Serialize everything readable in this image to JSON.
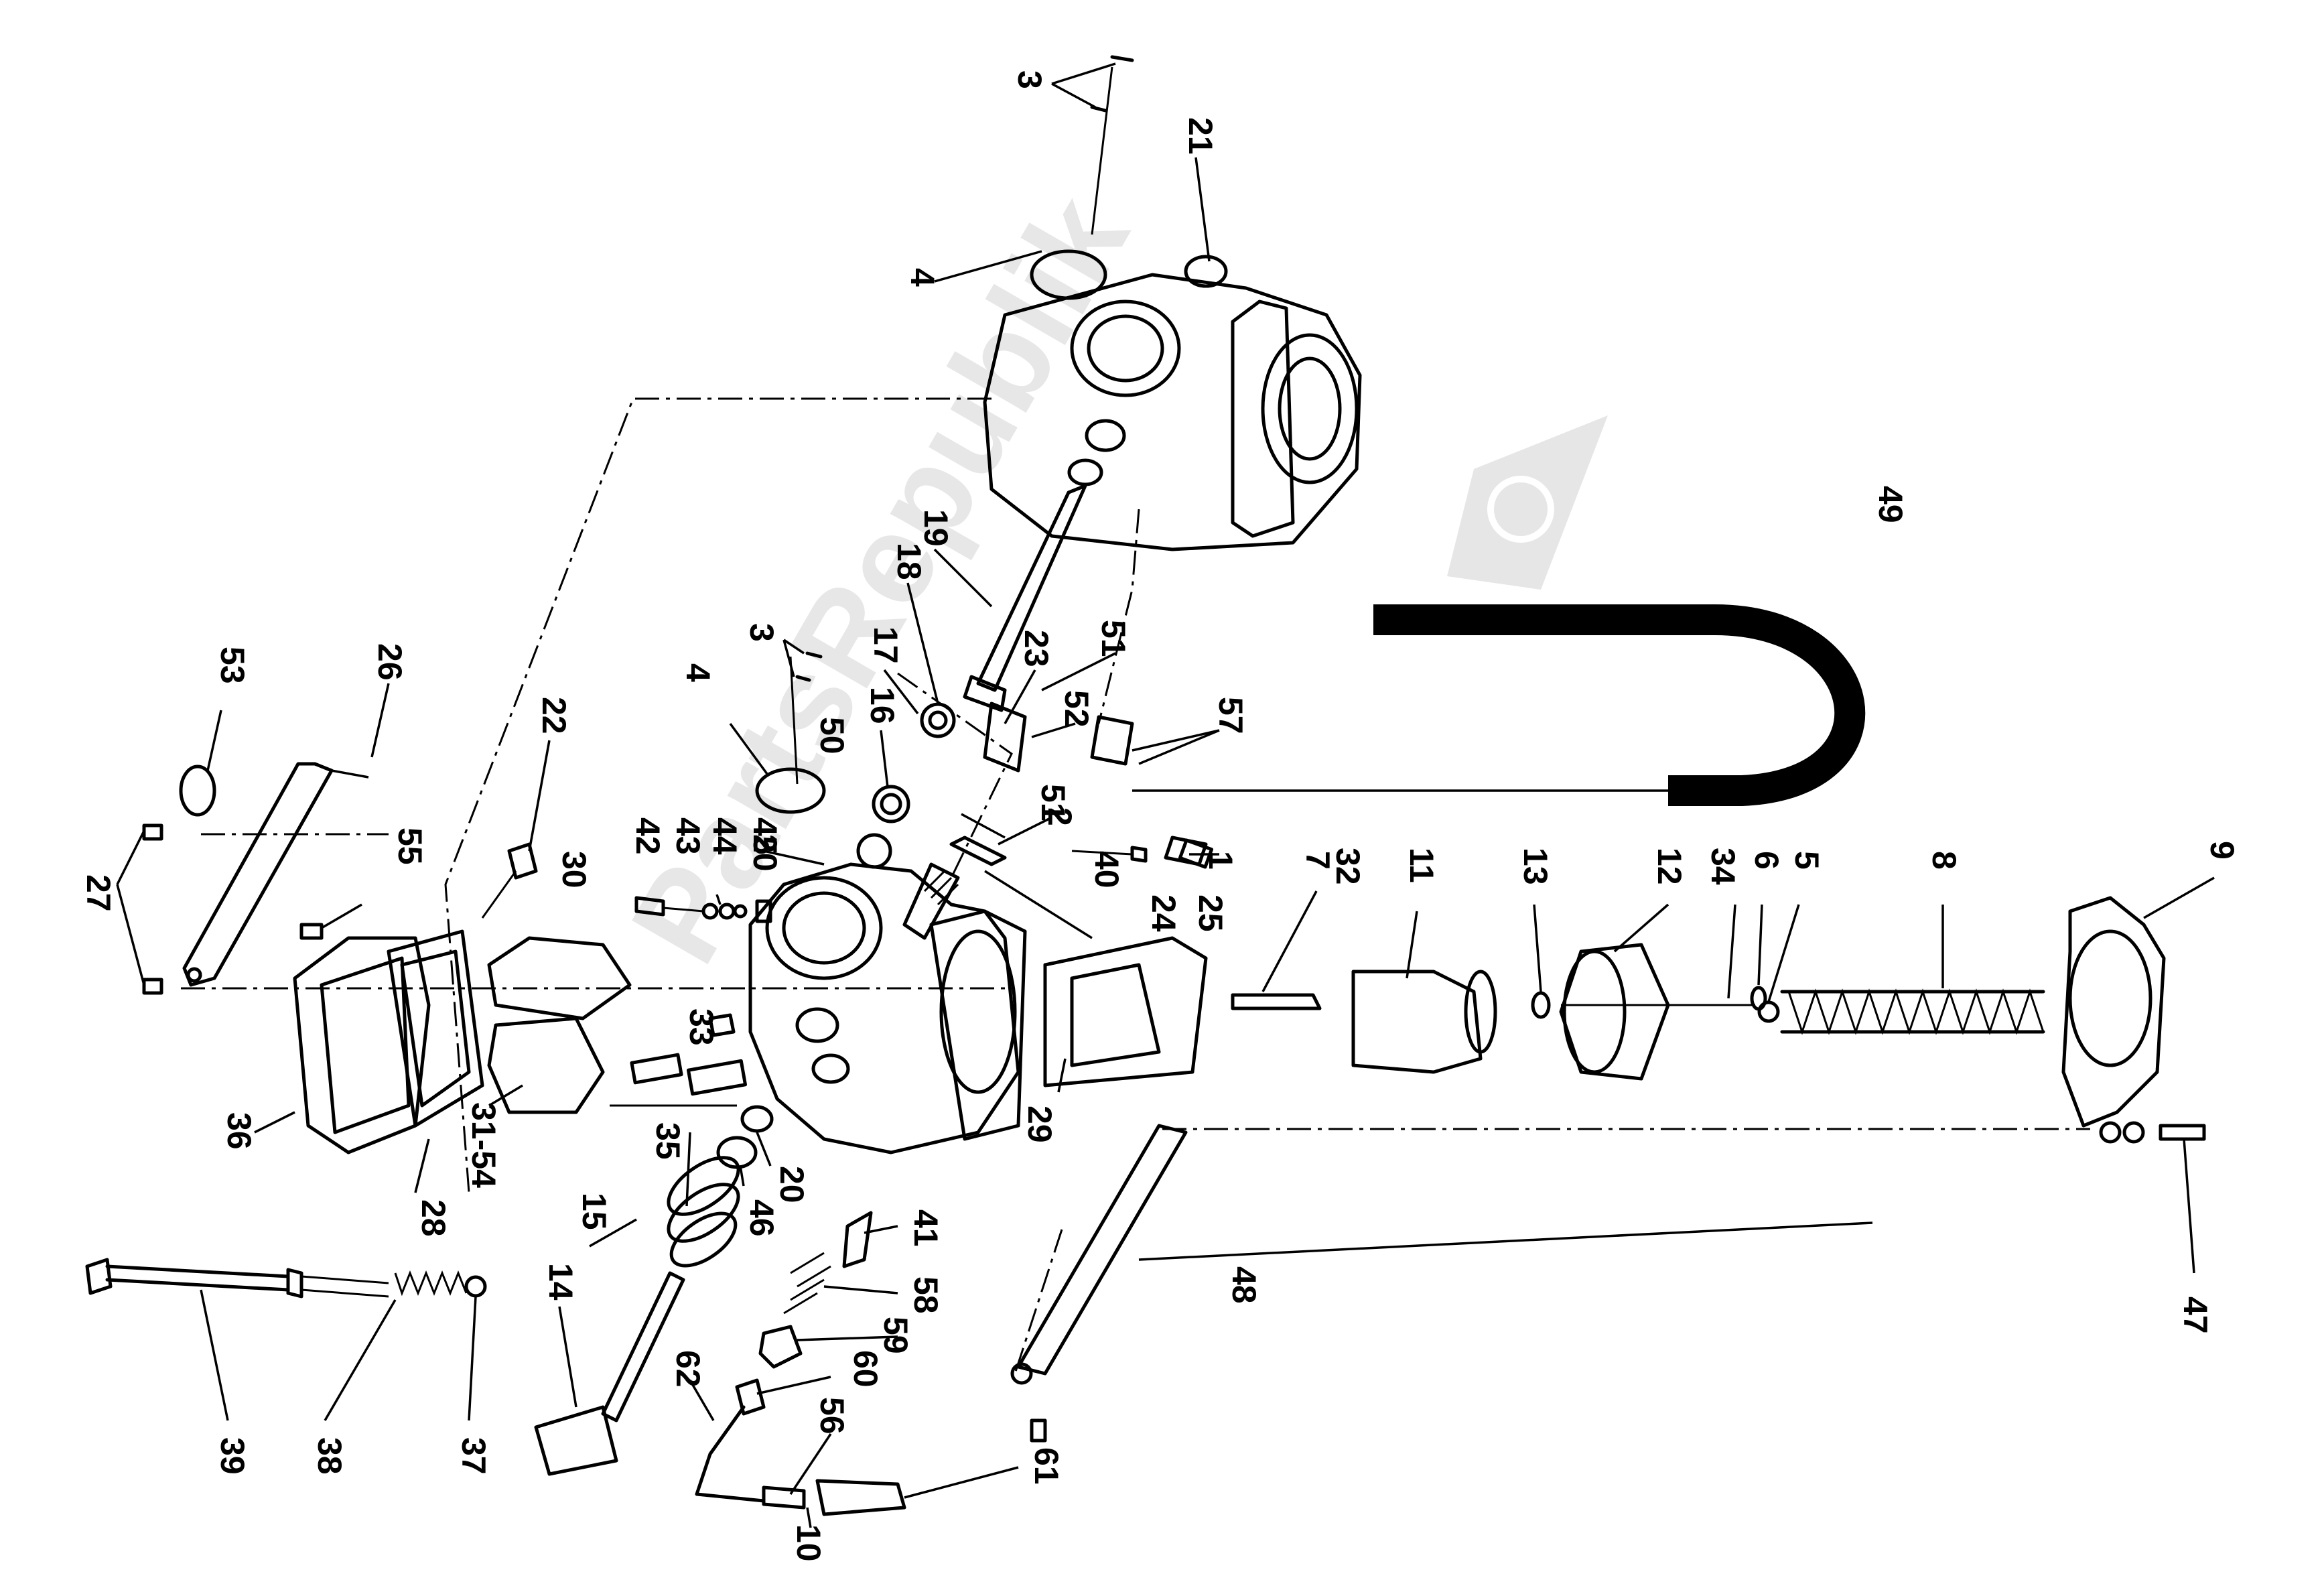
{
  "watermark": "PartsRepublik",
  "labels": [
    {
      "id": "1",
      "text": "1"
    },
    {
      "id": "2",
      "text": "2"
    },
    {
      "id": "3a",
      "text": "3"
    },
    {
      "id": "3b",
      "text": "3"
    },
    {
      "id": "4a",
      "text": "4"
    },
    {
      "id": "4b",
      "text": "4"
    },
    {
      "id": "5",
      "text": "5"
    },
    {
      "id": "6",
      "text": "6"
    },
    {
      "id": "7",
      "text": "7"
    },
    {
      "id": "8",
      "text": "8"
    },
    {
      "id": "9",
      "text": "9"
    },
    {
      "id": "10",
      "text": "10"
    },
    {
      "id": "11",
      "text": "11"
    },
    {
      "id": "12",
      "text": "12"
    },
    {
      "id": "13",
      "text": "13"
    },
    {
      "id": "14",
      "text": "14"
    },
    {
      "id": "15",
      "text": "15"
    },
    {
      "id": "16",
      "text": "16"
    },
    {
      "id": "17",
      "text": "17"
    },
    {
      "id": "18",
      "text": "18"
    },
    {
      "id": "19",
      "text": "19"
    },
    {
      "id": "20a",
      "text": "20"
    },
    {
      "id": "20b",
      "text": "20"
    },
    {
      "id": "21",
      "text": "21"
    },
    {
      "id": "22",
      "text": "22"
    },
    {
      "id": "23",
      "text": "23"
    },
    {
      "id": "24",
      "text": "24"
    },
    {
      "id": "25",
      "text": "25"
    },
    {
      "id": "26",
      "text": "26"
    },
    {
      "id": "27",
      "text": "27"
    },
    {
      "id": "28",
      "text": "28"
    },
    {
      "id": "29",
      "text": "29"
    },
    {
      "id": "30",
      "text": "30"
    },
    {
      "id": "31-54",
      "text": "31-54"
    },
    {
      "id": "32",
      "text": "32"
    },
    {
      "id": "33",
      "text": "33"
    },
    {
      "id": "34",
      "text": "34"
    },
    {
      "id": "35",
      "text": "35"
    },
    {
      "id": "36",
      "text": "36"
    },
    {
      "id": "37",
      "text": "37"
    },
    {
      "id": "38",
      "text": "38"
    },
    {
      "id": "39",
      "text": "39"
    },
    {
      "id": "40",
      "text": "40"
    },
    {
      "id": "41",
      "text": "41"
    },
    {
      "id": "42",
      "text": "42"
    },
    {
      "id": "43",
      "text": "43"
    },
    {
      "id": "44",
      "text": "44"
    },
    {
      "id": "45",
      "text": "45"
    },
    {
      "id": "46",
      "text": "46"
    },
    {
      "id": "47",
      "text": "47"
    },
    {
      "id": "48",
      "text": "48"
    },
    {
      "id": "49",
      "text": "49"
    },
    {
      "id": "50",
      "text": "50"
    },
    {
      "id": "51a",
      "text": "51"
    },
    {
      "id": "51b",
      "text": "51"
    },
    {
      "id": "52",
      "text": "52"
    },
    {
      "id": "53",
      "text": "53"
    },
    {
      "id": "55",
      "text": "55"
    },
    {
      "id": "56",
      "text": "56"
    },
    {
      "id": "57",
      "text": "57"
    },
    {
      "id": "58",
      "text": "58"
    },
    {
      "id": "59",
      "text": "59"
    },
    {
      "id": "60",
      "text": "60"
    },
    {
      "id": "61",
      "text": "61"
    },
    {
      "id": "62",
      "text": "62"
    }
  ]
}
